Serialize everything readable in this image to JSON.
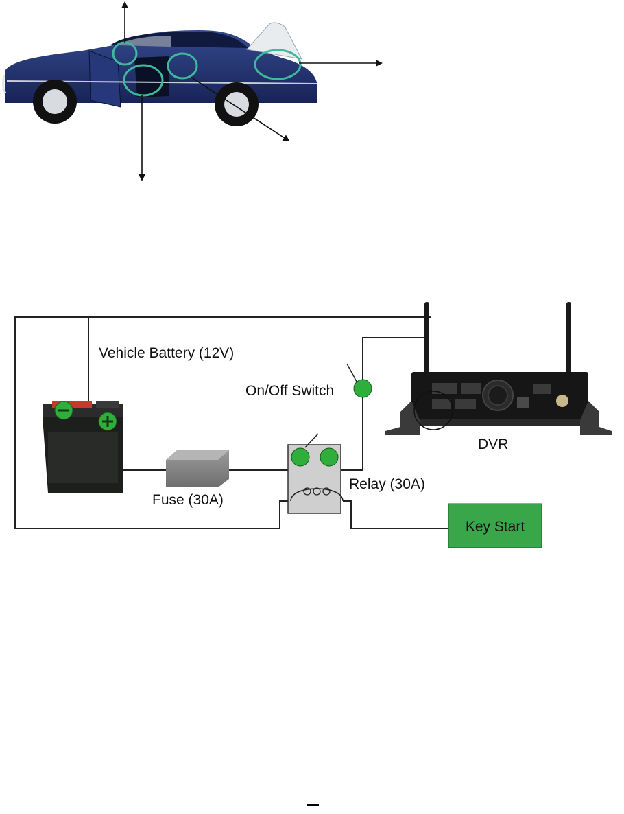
{
  "labels": {
    "battery": "Vehicle Battery (12V)",
    "switch": "On/Off Switch",
    "dvr": "DVR",
    "fuse": "Fuse (30A)",
    "relay": "Relay (30A)",
    "key_start": "Key Start"
  },
  "colors": {
    "highlight": "#3fb99a",
    "terminal_green": "#2fae3c",
    "key_start_fill": "#3aa64a",
    "car_body": "#1f2f6b",
    "wire": "#222222"
  },
  "icons": {
    "car": "car-illustration",
    "battery": "battery-icon",
    "fuse": "fuse-icon",
    "relay": "relay-icon",
    "switch": "switch-icon",
    "dvr": "dvr-device-icon"
  }
}
